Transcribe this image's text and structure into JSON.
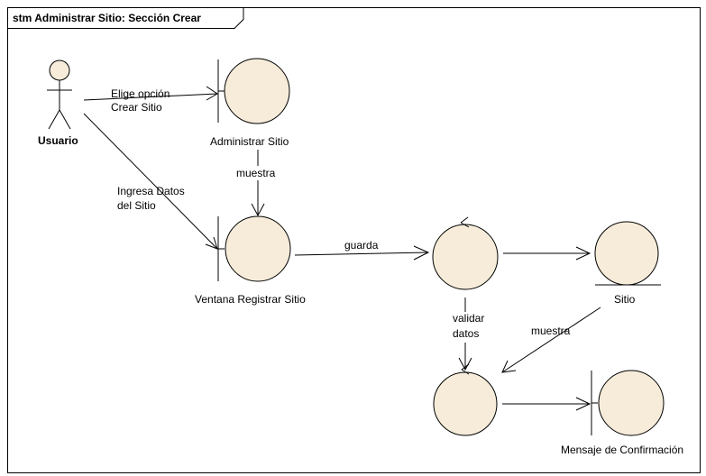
{
  "diagram": {
    "frame_title": "stm Administrar Sitio: Sección Crear",
    "actor": {
      "label": "Usuario"
    },
    "nodes": {
      "administrar_sitio": {
        "label": "Administrar Sitio"
      },
      "ventana_registrar": {
        "label": "Ventana Registrar Sitio"
      },
      "sitio": {
        "label": "Sitio"
      },
      "mensaje": {
        "label": "Mensaje de Confirmación"
      }
    },
    "edges": {
      "elige": {
        "line1": "Elige opción",
        "line2": "Crear Sitio"
      },
      "ingresa": {
        "line1": "Ingresa Datos",
        "line2": "del Sitio"
      },
      "muestra_top": {
        "label": "muestra"
      },
      "guarda": {
        "label": "guarda"
      },
      "validar": {
        "line1": "validar",
        "line2": "datos"
      },
      "muestra_right": {
        "label": "muestra"
      }
    },
    "colors": {
      "shape_fill": "#f6ecd9",
      "stroke": "#000000"
    }
  }
}
